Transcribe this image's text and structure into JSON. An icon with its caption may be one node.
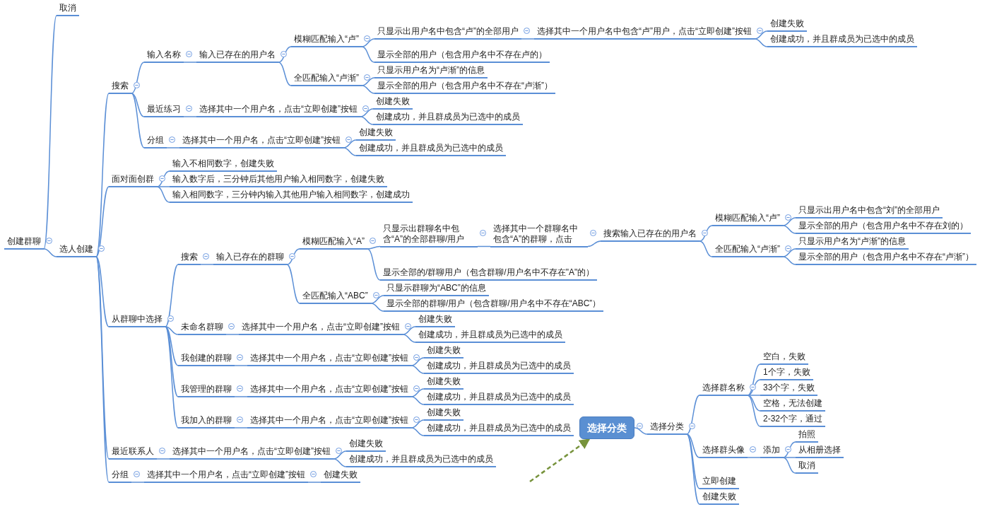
{
  "diagram": {
    "nodes": [
      {
        "text": [
          "创建群聊"
        ]
      },
      {
        "text": [
          "取消"
        ]
      },
      {
        "text": [
          "选人创建"
        ]
      },
      {
        "text": [
          "搜索"
        ]
      },
      {
        "text": [
          "输入名称"
        ]
      },
      {
        "text": [
          "输入已存在的用户名"
        ]
      },
      {
        "text": [
          "模糊匹配输入“卢”"
        ]
      },
      {
        "text": [
          "只显示出用户名中包含“卢”的全部用户"
        ]
      },
      {
        "text": [
          "选择其中一个用户名中包含“卢”用户，点击“立即创建”按钮"
        ]
      },
      {
        "text": [
          "创建失败"
        ]
      },
      {
        "text": [
          "创建成功，并且群成员为已选中的成员"
        ]
      },
      {
        "text": [
          "显示全部的用户（包含用户名中不存在卢的）"
        ]
      },
      {
        "text": [
          "全匹配输入“卢渐”"
        ]
      },
      {
        "text": [
          "只显示用户名为“卢渐”的信息"
        ]
      },
      {
        "text": [
          "显示全部的用户（包含用户名中不存在“卢渐”）"
        ]
      },
      {
        "text": [
          "最近练习"
        ]
      },
      {
        "text": [
          "选择其中一个用户名，点击“立即创建”按钮"
        ]
      },
      {
        "text": [
          "创建失败"
        ]
      },
      {
        "text": [
          "创建成功，并且群成员为已选中的成员"
        ]
      },
      {
        "text": [
          "分组"
        ]
      },
      {
        "text": [
          "选择其中一个用户名，点击“立即创建”按钮"
        ]
      },
      {
        "text": [
          "创建失败"
        ]
      },
      {
        "text": [
          "创建成功，并且群成员为已选中的成员"
        ]
      },
      {
        "text": [
          "面对面创群"
        ]
      },
      {
        "text": [
          "输入不相同数字，创建失败"
        ]
      },
      {
        "text": [
          "输入数字后，三分钟后其他用户输入相同数字，创建失败"
        ]
      },
      {
        "text": [
          "输入相同数字，三分钟内输入其他用户输入相同数字，创建成功"
        ]
      },
      {
        "text": [
          "从群聊中选择"
        ]
      },
      {
        "text": [
          "搜索"
        ]
      },
      {
        "text": [
          "输入已存在的群聊"
        ]
      },
      {
        "text": [
          "模糊匹配输入“A”"
        ]
      },
      {
        "text": [
          "只显示出群聊名中包含“A”的全部群聊/用户"
        ]
      },
      {
        "text": [
          "选择其中一个群聊名中包含“A”的群聊，点击"
        ]
      },
      {
        "text": [
          "搜索输入已存在的用户名"
        ]
      },
      {
        "text": [
          "模糊匹配输入“卢”"
        ]
      },
      {
        "text": [
          "只显示出用户名中包含“刘”的全部用户"
        ]
      },
      {
        "text": [
          "显示全部的用户（包含用户名中不存在刘的）"
        ]
      },
      {
        "text": [
          "全匹配输入“卢渐”"
        ]
      },
      {
        "text": [
          "只显示用户名为“卢渐”的信息"
        ]
      },
      {
        "text": [
          "显示全部的用户（包含用户名中不存在“卢渐”）"
        ]
      },
      {
        "text": [
          "显示全部的/群聊用户（包含群聊/用户名中不存在\"A\"的）"
        ]
      },
      {
        "text": [
          "全匹配输入“ABC”"
        ]
      },
      {
        "text": [
          "只显示群聊为“ABC”的信息"
        ]
      },
      {
        "text": [
          "显示全部的群聊/用户（包含群聊/用户名中不存在“ABC”）"
        ]
      },
      {
        "text": [
          "未命名群聊"
        ]
      },
      {
        "text": [
          "选择其中一个用户名，点击“立即创建”按钮"
        ]
      },
      {
        "text": [
          "创建失败"
        ]
      },
      {
        "text": [
          "创建成功，并且群成员为已选中的成员"
        ]
      },
      {
        "text": [
          "我创建的群聊"
        ]
      },
      {
        "text": [
          "选择其中一个用户名，点击“立即创建”按钮"
        ]
      },
      {
        "text": [
          "创建失败"
        ]
      },
      {
        "text": [
          "创建成功，并且群成员为已选中的成员"
        ]
      },
      {
        "text": [
          "我管理的群聊"
        ]
      },
      {
        "text": [
          "选择其中一个用户名，点击“立即创建”按钮"
        ]
      },
      {
        "text": [
          "创建失败"
        ]
      },
      {
        "text": [
          "创建成功，并且群成员为已选中的成员"
        ]
      },
      {
        "text": [
          "我加入的群聊"
        ]
      },
      {
        "text": [
          "选择其中一个用户名，点击“立即创建”按钮"
        ]
      },
      {
        "text": [
          "创建失败"
        ]
      },
      {
        "text": [
          "创建成功，并且群成员为已选中的成员"
        ]
      },
      {
        "text": [
          "最近联系人"
        ]
      },
      {
        "text": [
          "选择其中一个用户名，点击“立即创建”按钮"
        ]
      },
      {
        "text": [
          "创建失败"
        ]
      },
      {
        "text": [
          "创建成功，并且群成员为已选中的成员"
        ]
      },
      {
        "text": [
          "分组"
        ]
      },
      {
        "text": [
          "选择其中一个用户名，点击“立即创建”按钮"
        ]
      },
      {
        "text": [
          "创建失败"
        ]
      },
      {
        "text": [
          "选择分类"
        ]
      },
      {
        "text": [
          "选择分类"
        ]
      },
      {
        "text": [
          "选择群名称"
        ]
      },
      {
        "text": [
          "空白，失败"
        ]
      },
      {
        "text": [
          "1个字，失败"
        ]
      },
      {
        "text": [
          "33个字，失败"
        ]
      },
      {
        "text": [
          "空格，无法创建"
        ]
      },
      {
        "text": [
          "2-32个字，通过"
        ]
      },
      {
        "text": [
          "选择群头像"
        ]
      },
      {
        "text": [
          "添加"
        ]
      },
      {
        "text": [
          "拍照"
        ]
      },
      {
        "text": [
          "从相册选择"
        ]
      },
      {
        "text": [
          "取消"
        ]
      },
      {
        "text": [
          "立即创建"
        ]
      },
      {
        "text": [
          "创建失败"
        ]
      }
    ],
    "edges": [
      {
        "from": 0,
        "to": 1,
        "arrow": "none"
      },
      {
        "from": 0,
        "to": 2,
        "arrow": "none"
      },
      {
        "from": 2,
        "to": 3,
        "arrow": "none"
      },
      {
        "from": 3,
        "to": 4,
        "arrow": "none"
      },
      {
        "from": 4,
        "to": 5,
        "arrow": "none"
      },
      {
        "from": 5,
        "to": 6,
        "arrow": "none"
      },
      {
        "from": 6,
        "to": 7,
        "arrow": "none"
      },
      {
        "from": 7,
        "to": 8,
        "arrow": "none"
      },
      {
        "from": 8,
        "to": 9,
        "arrow": "none"
      },
      {
        "from": 8,
        "to": 10,
        "arrow": "none"
      },
      {
        "from": 6,
        "to": 11,
        "arrow": "none"
      },
      {
        "from": 5,
        "to": 12,
        "arrow": "none"
      },
      {
        "from": 12,
        "to": 13,
        "arrow": "none"
      },
      {
        "from": 12,
        "to": 14,
        "arrow": "none"
      },
      {
        "from": 3,
        "to": 15,
        "arrow": "none"
      },
      {
        "from": 15,
        "to": 16,
        "arrow": "none"
      },
      {
        "from": 16,
        "to": 17,
        "arrow": "none"
      },
      {
        "from": 16,
        "to": 18,
        "arrow": "none"
      },
      {
        "from": 3,
        "to": 19,
        "arrow": "none"
      },
      {
        "from": 19,
        "to": 20,
        "arrow": "none"
      },
      {
        "from": 20,
        "to": 21,
        "arrow": "none"
      },
      {
        "from": 20,
        "to": 22,
        "arrow": "none"
      },
      {
        "from": 2,
        "to": 23,
        "arrow": "none"
      },
      {
        "from": 23,
        "to": 24,
        "arrow": "none"
      },
      {
        "from": 23,
        "to": 25,
        "arrow": "none"
      },
      {
        "from": 23,
        "to": 26,
        "arrow": "none"
      },
      {
        "from": 2,
        "to": 27,
        "arrow": "none"
      },
      {
        "from": 27,
        "to": 28,
        "arrow": "none"
      },
      {
        "from": 28,
        "to": 29,
        "arrow": "none"
      },
      {
        "from": 29,
        "to": 30,
        "arrow": "none"
      },
      {
        "from": 30,
        "to": 31,
        "arrow": "none"
      },
      {
        "from": 31,
        "to": 32,
        "arrow": "none"
      },
      {
        "from": 32,
        "to": 33,
        "arrow": "none"
      },
      {
        "from": 33,
        "to": 34,
        "arrow": "none"
      },
      {
        "from": 34,
        "to": 35,
        "arrow": "none"
      },
      {
        "from": 34,
        "to": 36,
        "arrow": "none"
      },
      {
        "from": 33,
        "to": 37,
        "arrow": "none"
      },
      {
        "from": 37,
        "to": 38,
        "arrow": "none"
      },
      {
        "from": 37,
        "to": 39,
        "arrow": "none"
      },
      {
        "from": 30,
        "to": 40,
        "arrow": "none"
      },
      {
        "from": 29,
        "to": 41,
        "arrow": "none"
      },
      {
        "from": 41,
        "to": 42,
        "arrow": "none"
      },
      {
        "from": 41,
        "to": 43,
        "arrow": "none"
      },
      {
        "from": 27,
        "to": 44,
        "arrow": "none"
      },
      {
        "from": 44,
        "to": 45,
        "arrow": "none"
      },
      {
        "from": 45,
        "to": 46,
        "arrow": "none"
      },
      {
        "from": 45,
        "to": 47,
        "arrow": "none"
      },
      {
        "from": 27,
        "to": 48,
        "arrow": "none"
      },
      {
        "from": 48,
        "to": 49,
        "arrow": "none"
      },
      {
        "from": 49,
        "to": 50,
        "arrow": "none"
      },
      {
        "from": 49,
        "to": 51,
        "arrow": "none"
      },
      {
        "from": 27,
        "to": 52,
        "arrow": "none"
      },
      {
        "from": 52,
        "to": 53,
        "arrow": "none"
      },
      {
        "from": 53,
        "to": 54,
        "arrow": "none"
      },
      {
        "from": 53,
        "to": 55,
        "arrow": "none"
      },
      {
        "from": 27,
        "to": 56,
        "arrow": "none"
      },
      {
        "from": 56,
        "to": 57,
        "arrow": "none"
      },
      {
        "from": 57,
        "to": 58,
        "arrow": "none"
      },
      {
        "from": 57,
        "to": 59,
        "arrow": "none"
      },
      {
        "from": 2,
        "to": 60,
        "arrow": "none"
      },
      {
        "from": 60,
        "to": 61,
        "arrow": "none"
      },
      {
        "from": 61,
        "to": 62,
        "arrow": "none"
      },
      {
        "from": 61,
        "to": 63,
        "arrow": "none"
      },
      {
        "from": 2,
        "to": 64,
        "arrow": "none"
      },
      {
        "from": 64,
        "to": 65,
        "arrow": "none"
      },
      {
        "from": 65,
        "to": 66,
        "arrow": "none"
      },
      {
        "from": null,
        "to": 67,
        "arrow": "to",
        "style": "dashed",
        "color": "#77933c"
      },
      {
        "from": 67,
        "to": 68,
        "arrow": "none"
      },
      {
        "from": 68,
        "to": 69,
        "arrow": "none"
      },
      {
        "from": 69,
        "to": 70,
        "arrow": "none"
      },
      {
        "from": 69,
        "to": 71,
        "arrow": "none"
      },
      {
        "from": 69,
        "to": 72,
        "arrow": "none"
      },
      {
        "from": 69,
        "to": 73,
        "arrow": "none"
      },
      {
        "from": 69,
        "to": 74,
        "arrow": "none"
      },
      {
        "from": 68,
        "to": 75,
        "arrow": "none"
      },
      {
        "from": 75,
        "to": 76,
        "arrow": "none"
      },
      {
        "from": 76,
        "to": 77,
        "arrow": "none"
      },
      {
        "from": 76,
        "to": 78,
        "arrow": "none"
      },
      {
        "from": 76,
        "to": 79,
        "arrow": "none"
      },
      {
        "from": 68,
        "to": 80,
        "arrow": "none"
      },
      {
        "from": 68,
        "to": 81,
        "arrow": "none"
      }
    ]
  }
}
